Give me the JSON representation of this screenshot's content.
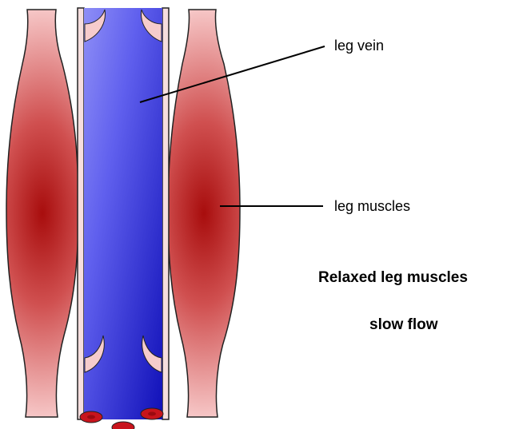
{
  "labels": {
    "leg_vein": "leg vein",
    "leg_muscles": "leg muscles"
  },
  "caption": {
    "line1": "Relaxed leg muscles",
    "line2": "slow flow"
  },
  "colors": {
    "vein_light": "#8e8ef6",
    "vein_dark": "#1010b8",
    "vein_wall": "#f6dede",
    "muscle_core": "#a80d0d",
    "muscle_edge": "#f6c6c6",
    "valve": "#f6cccc",
    "blood_cell": "#c8141c"
  }
}
